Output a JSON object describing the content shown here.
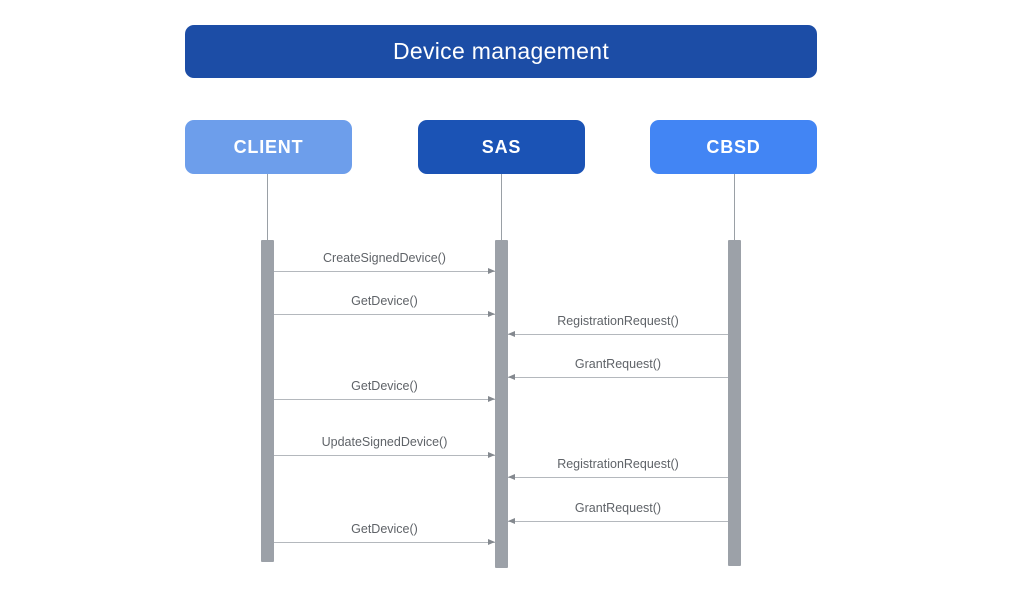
{
  "diagram": {
    "title": "Device management",
    "actors": [
      {
        "id": "client",
        "label": "CLIENT",
        "color": "#6D9EEB"
      },
      {
        "id": "sas",
        "label": "SAS",
        "color": "#1B53B5"
      },
      {
        "id": "cbsd",
        "label": "CBSD",
        "color": "#4285F4"
      }
    ],
    "messages": [
      {
        "label": "CreateSignedDevice()",
        "from": "CLIENT",
        "to": "SAS",
        "direction": "right"
      },
      {
        "label": "GetDevice()",
        "from": "CLIENT",
        "to": "SAS",
        "direction": "right"
      },
      {
        "label": "RegistrationRequest()",
        "from": "CBSD",
        "to": "SAS",
        "direction": "left"
      },
      {
        "label": "GrantRequest()",
        "from": "CBSD",
        "to": "SAS",
        "direction": "left"
      },
      {
        "label": "GetDevice()",
        "from": "CLIENT",
        "to": "SAS",
        "direction": "right"
      },
      {
        "label": "UpdateSignedDevice()",
        "from": "CLIENT",
        "to": "SAS",
        "direction": "right"
      },
      {
        "label": "RegistrationRequest()",
        "from": "CBSD",
        "to": "SAS",
        "direction": "left"
      },
      {
        "label": "GrantRequest()",
        "from": "CBSD",
        "to": "SAS",
        "direction": "left"
      },
      {
        "label": "GetDevice()",
        "from": "CLIENT",
        "to": "SAS",
        "direction": "right"
      }
    ],
    "colors": {
      "title_bg": "#1C4DA6",
      "client_bg": "#6D9EEB",
      "sas_bg": "#1B53B5",
      "cbsd_bg": "#4285F4",
      "activation_bar": "#9CA1A8",
      "lifeline": "#9AA0A6",
      "arrow_line": "#B4B8BD",
      "arrow_head": "#84898F",
      "message_text": "#5F6368",
      "label_text": "#FFFFFF"
    }
  }
}
